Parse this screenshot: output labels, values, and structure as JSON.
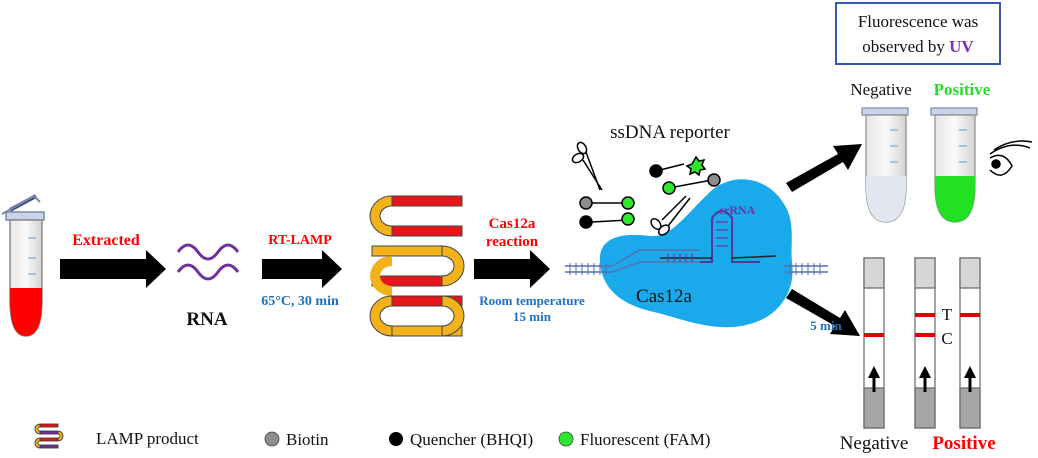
{
  "steps": {
    "extracted": "Extracted",
    "rna": "RNA",
    "rt_lamp": "RT-LAMP",
    "lamp_condition": "65°C, 30 min",
    "cas_reaction_line1": "Cas12a",
    "cas_reaction_line2": "reaction",
    "room_temp_line1": "Room temperature",
    "room_temp_line2": "15 min",
    "ssdna_reporter": "ssDNA reporter",
    "crrna": "crRNA",
    "cas12a": "Cas12a",
    "five_min": "5 min"
  },
  "uv_box": {
    "line1": "Fluorescence was",
    "line2_prefix": "observed by ",
    "line2_uv": "UV"
  },
  "tubes": {
    "negative": "Negative",
    "positive": "Positive"
  },
  "strips": {
    "t_label": "T",
    "c_label": "C",
    "negative": "Negative",
    "positive": "Positive"
  },
  "legend": {
    "lamp_product": "LAMP product",
    "biotin": "Biotin",
    "quencher": "Quencher (BHQI)",
    "fluorescent": "Fluorescent (FAM)"
  },
  "colors": {
    "positive_green": "#22e022",
    "positive_red": "#ff0000",
    "step_red": "#ff0000",
    "step_blue": "#1f6fbf",
    "cas_blue": "#1aa9ea",
    "lamp_red": "#e8161a",
    "lamp_yellow": "#f2b21a",
    "uv_purple": "#7b2fbe",
    "biotin_gray": "#8c8c8c",
    "fam_green": "#2ee62e"
  }
}
